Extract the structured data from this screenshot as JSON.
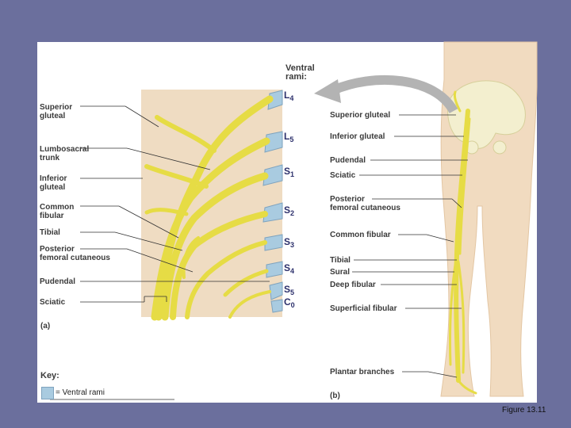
{
  "left_panel": {
    "header": "Ventral\nrami:",
    "roots": [
      {
        "main": "L",
        "sub": "4"
      },
      {
        "main": "L",
        "sub": "5"
      },
      {
        "main": "S",
        "sub": "1"
      },
      {
        "main": "S",
        "sub": "2"
      },
      {
        "main": "S",
        "sub": "3"
      },
      {
        "main": "S",
        "sub": "4"
      },
      {
        "main": "S",
        "sub": "5"
      },
      {
        "main": "C",
        "sub": "0"
      }
    ],
    "labels": [
      "Superior\ngluteal",
      "Lumbosacral\ntrunk",
      "Inferior\ngluteal",
      "Common\nfibular",
      "Tibial",
      "Posterior\nfemoral cutaneous",
      "Pudendal",
      "Sciatic"
    ],
    "panel_label": "(a)",
    "key_title": "Key:",
    "key_text": "= Ventral rami"
  },
  "right_panel": {
    "labels": [
      "Superior gluteal",
      "Inferior gluteal",
      "Pudendal",
      "Sciatic",
      "Posterior\nfemoral cutaneous",
      "Common fibular",
      "Tibial",
      "Sural",
      "Deep fibular",
      "Superficial fibular",
      "Plantar branches"
    ],
    "panel_label": "(b)"
  },
  "caption": "Figure 13.11",
  "colors": {
    "background": "#6b6f9d",
    "nerve": "#e8df4a",
    "ventral_rami": "#a9cbe0",
    "skin": "#f1dbc0",
    "bone": "#f3efcf"
  }
}
